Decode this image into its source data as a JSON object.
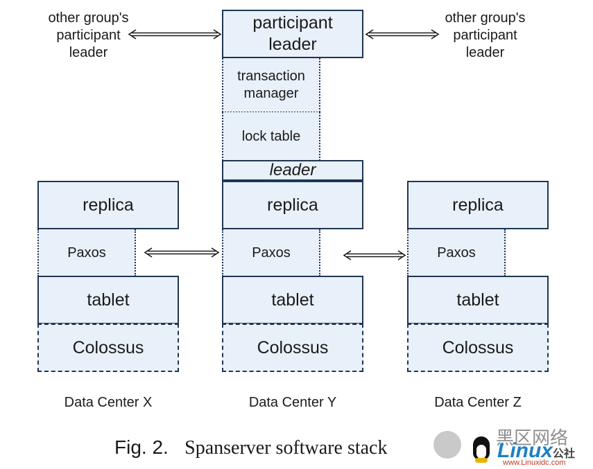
{
  "top": {
    "left_label": "other group's\nparticipant\nleader",
    "right_label": "other group's\nparticipant\nleader",
    "participant_leader": "participant\nleader",
    "transaction_manager": "transaction\nmanager",
    "lock_table": "lock table",
    "leader": "leader"
  },
  "columns": [
    {
      "replica": "replica",
      "paxos": "Paxos",
      "tablet": "tablet",
      "storage": "Colossus",
      "label": "Data Center X"
    },
    {
      "replica": "replica",
      "paxos": "Paxos",
      "tablet": "tablet",
      "storage": "Colossus",
      "label": "Data Center Y"
    },
    {
      "replica": "replica",
      "paxos": "Paxos",
      "tablet": "tablet",
      "storage": "Colossus",
      "label": "Data Center Z"
    }
  ],
  "caption": {
    "fig": "Fig. 2.",
    "title": "Spanserver software stack"
  },
  "watermark": {
    "brand": "Linux",
    "suffix": "公社",
    "chinese": "黑区网络",
    "url": "www.Linuxidc.com"
  },
  "colors": {
    "box_fill": "#e8f0f9",
    "border": "#1f3552"
  }
}
